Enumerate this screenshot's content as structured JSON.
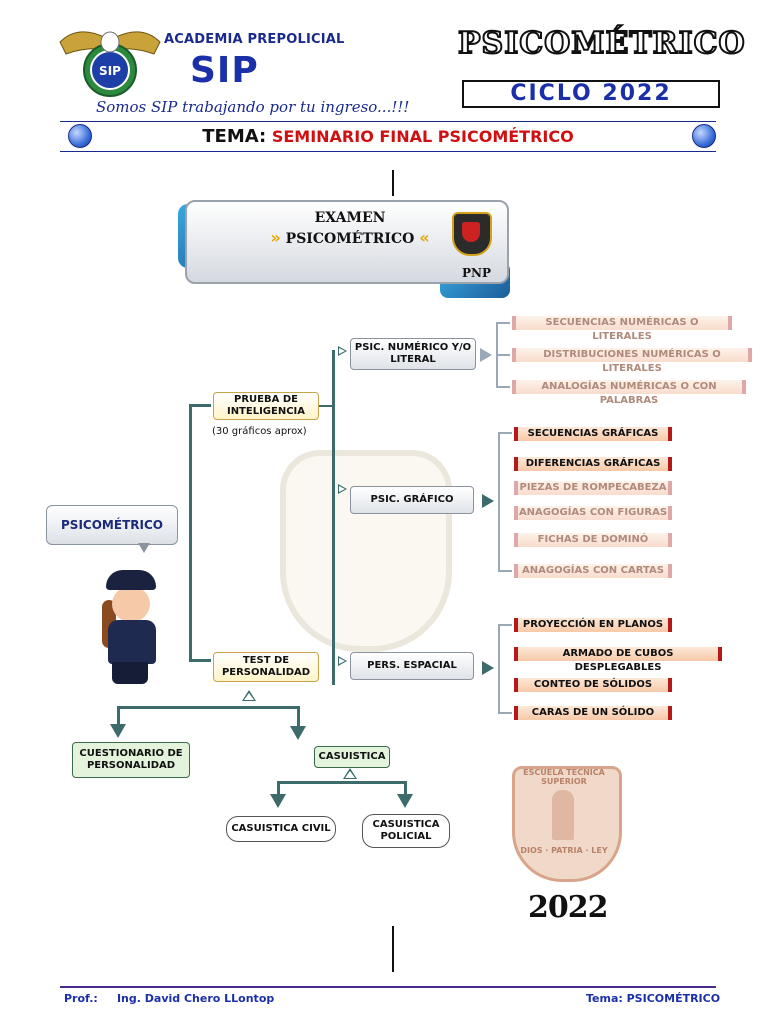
{
  "header": {
    "academy_name": "ACADEMIA PREPOLICIAL",
    "brand": "SIP",
    "logo_badge": "SIP",
    "slogan": "Somos SIP trabajando por tu ingreso...!!!",
    "course_title": "PSICOMÉTRICO",
    "cycle": "CICLO 2022",
    "tema_label": "TEMA:",
    "tema_value": "SEMINARIO FINAL PSICOMÉTRICO"
  },
  "banner": {
    "line1": "EXAMEN",
    "line2": "PSICOMÉTRICO",
    "institution": "PNP"
  },
  "map": {
    "root": "PSICOMÉTRICO",
    "branch_intel": "PRUEBA DE INTELIGENCIA",
    "intel_note": "(30 gráficos aprox)",
    "branch_personality": "TEST DE PERSONALIDAD",
    "numeric": "PSIC. NUMÉRICO Y/O LITERAL",
    "graphic": "PSIC. GRÁFICO",
    "spatial": "PERS. ESPACIAL",
    "numeric_items": [
      "SECUENCIAS NUMÉRICAS O LITERALES",
      "DISTRIBUCIONES NUMÉRICAS O LITERALES",
      "ANALOGÍAS NUMÉRICAS O CON PALABRAS"
    ],
    "graphic_items": [
      "SECUENCIAS GRÁFICAS",
      "DIFERENCIAS GRÁFICAS",
      "PIEZAS DE ROMPECABEZA",
      "ANAGOGÍAS CON FIGURAS",
      "FICHAS DE DOMINÓ",
      "ANAGOGÍAS CON CARTAS"
    ],
    "spatial_items": [
      "PROYECCIÓN EN PLANOS",
      "ARMADO DE CUBOS DESPLEGABLES",
      "CONTEO DE SÓLIDOS",
      "CARAS DE UN SÓLIDO"
    ],
    "questionnaire": "CUESTIONARIO DE PERSONALIDAD",
    "casuistry": "CASUISTICA",
    "casuistry_civil": "CASUISTICA CIVIL",
    "casuistry_police": "CASUISTICA POLICIAL"
  },
  "crest": {
    "top_text": "ESCUELA TECNICA SUPERIOR",
    "bottom_text": "DIOS · PATRIA · LEY"
  },
  "year_badge": "2022",
  "footer": {
    "prof_label": "Prof.:",
    "prof_name": "Ing. David Chero  LLontop",
    "tema": "Tema: PSICOMÉTRICO"
  },
  "colors": {
    "brand_blue": "#1a2fa8",
    "accent_red": "#d01010",
    "connector_teal": "#3d6b6b",
    "leaf_border": "#b51a1a"
  }
}
